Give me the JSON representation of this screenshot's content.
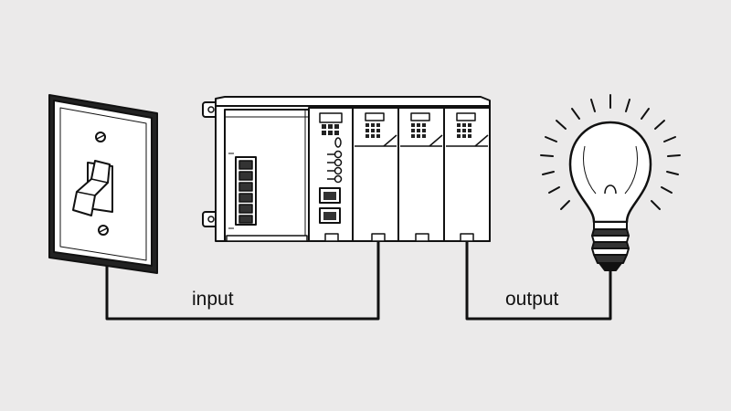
{
  "diagram": {
    "labels": {
      "input": "input",
      "output": "output"
    },
    "components": [
      {
        "id": "switch",
        "icon": "wall-switch-icon"
      },
      {
        "id": "plc",
        "icon": "plc-rack-icon"
      },
      {
        "id": "bulb",
        "icon": "light-bulb-icon"
      }
    ],
    "colors": {
      "background": "#ebeaea",
      "line": "#111111",
      "fill": "#ffffff"
    }
  }
}
